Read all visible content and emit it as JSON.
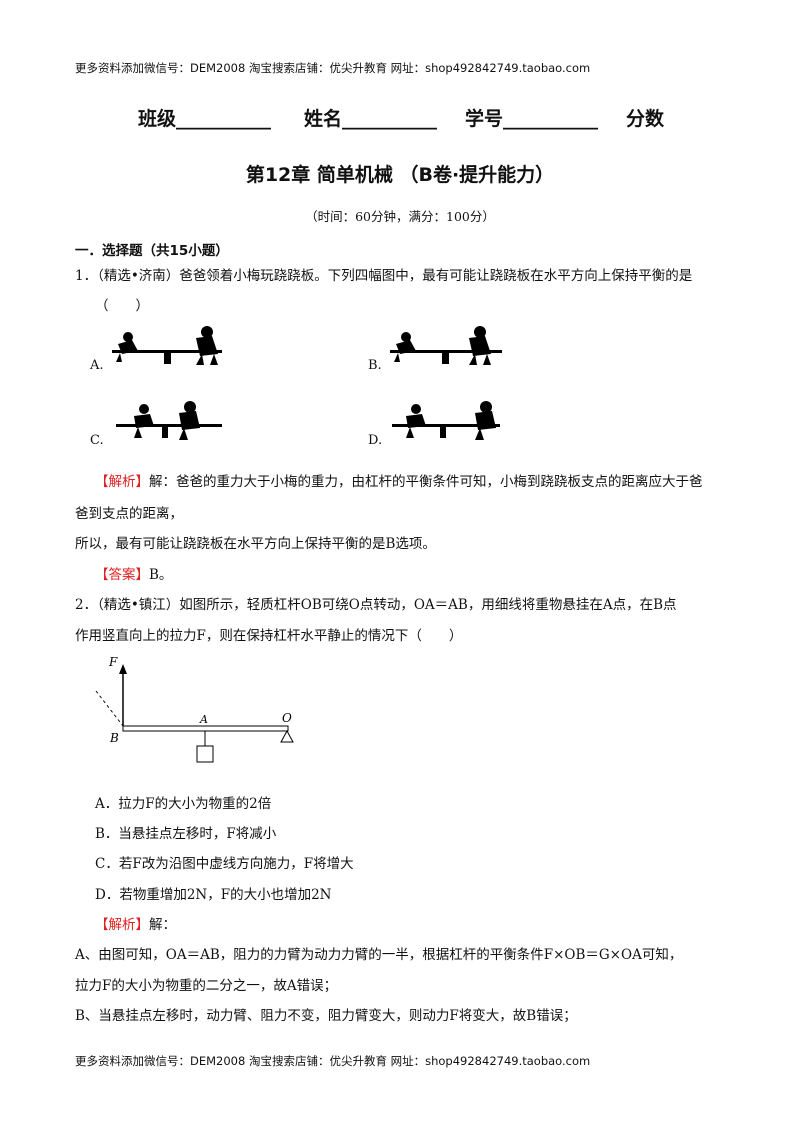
{
  "header": {
    "text": "更多资料添加微信号：DEM2008    淘宝搜索店铺：优尖升教育  网址：shop492842749.taobao.com"
  },
  "info_line": {
    "class_label": "班级__________",
    "name_label": "姓名__________",
    "id_label": "学号__________",
    "score_label": "分数"
  },
  "title": "第12章 简单机械 （B卷·提升能力）",
  "subtitle": "（时间：60分钟，满分：100分）",
  "section": "一．选择题（共15小题）",
  "q1": {
    "stem_line1": "1．（精选•济南）爸爸领着小梅玩跷跷板。下列四幅图中，最有可能让跷跷板在水平方向上保持平衡的是",
    "stem_line2": "（　　）",
    "options": [
      "A.",
      "B.",
      "C.",
      "D."
    ],
    "analysis_tag": "【解析】",
    "analysis_line1": "解：爸爸的重力大于小梅的重力，由杠杆的平衡条件可知，小梅到跷跷板支点的距离应大于爸",
    "analysis_line2": "爸到支点的距离，",
    "analysis_line3": "所以，最有可能让跷跷板在水平方向上保持平衡的是B选项。",
    "answer_tag": "【答案】",
    "answer": "B。"
  },
  "q2": {
    "stem_line1": "2．（精选•镇江）如图所示，轻质杠杆OB可绕O点转动，OA＝AB，用细线将重物悬挂在A点，在B点",
    "stem_line2": "作用竖直向上的拉力F，则在保持杠杆水平静止的情况下（　　）",
    "diagram": {
      "F": "F",
      "A": "A",
      "O": "O",
      "B": "B"
    },
    "options": [
      "A．拉力F的大小为物重的2倍",
      "B．当悬挂点左移时，F将减小",
      "C．若F改为沿图中虚线方向施力，F将增大",
      "D．若物重增加2N，F的大小也增加2N"
    ],
    "analysis_tag": "【解析】",
    "analysis_head": "解：",
    "analysis_line1": "A、由图可知，OA＝AB，阻力的力臂为动力力臂的一半，根据杠杆的平衡条件F×OB＝G×OA可知，",
    "analysis_line2": "拉力F的大小为物重的二分之一，故A错误；",
    "analysis_line3": "B、当悬挂点左移时，动力臂、阻力不变，阻力臂变大，则动力F将变大，故B错误；"
  },
  "footer": {
    "text": "更多资料添加微信号：DEM2008    淘宝搜索店铺：优尖升教育  网址：shop492842749.taobao.com"
  }
}
